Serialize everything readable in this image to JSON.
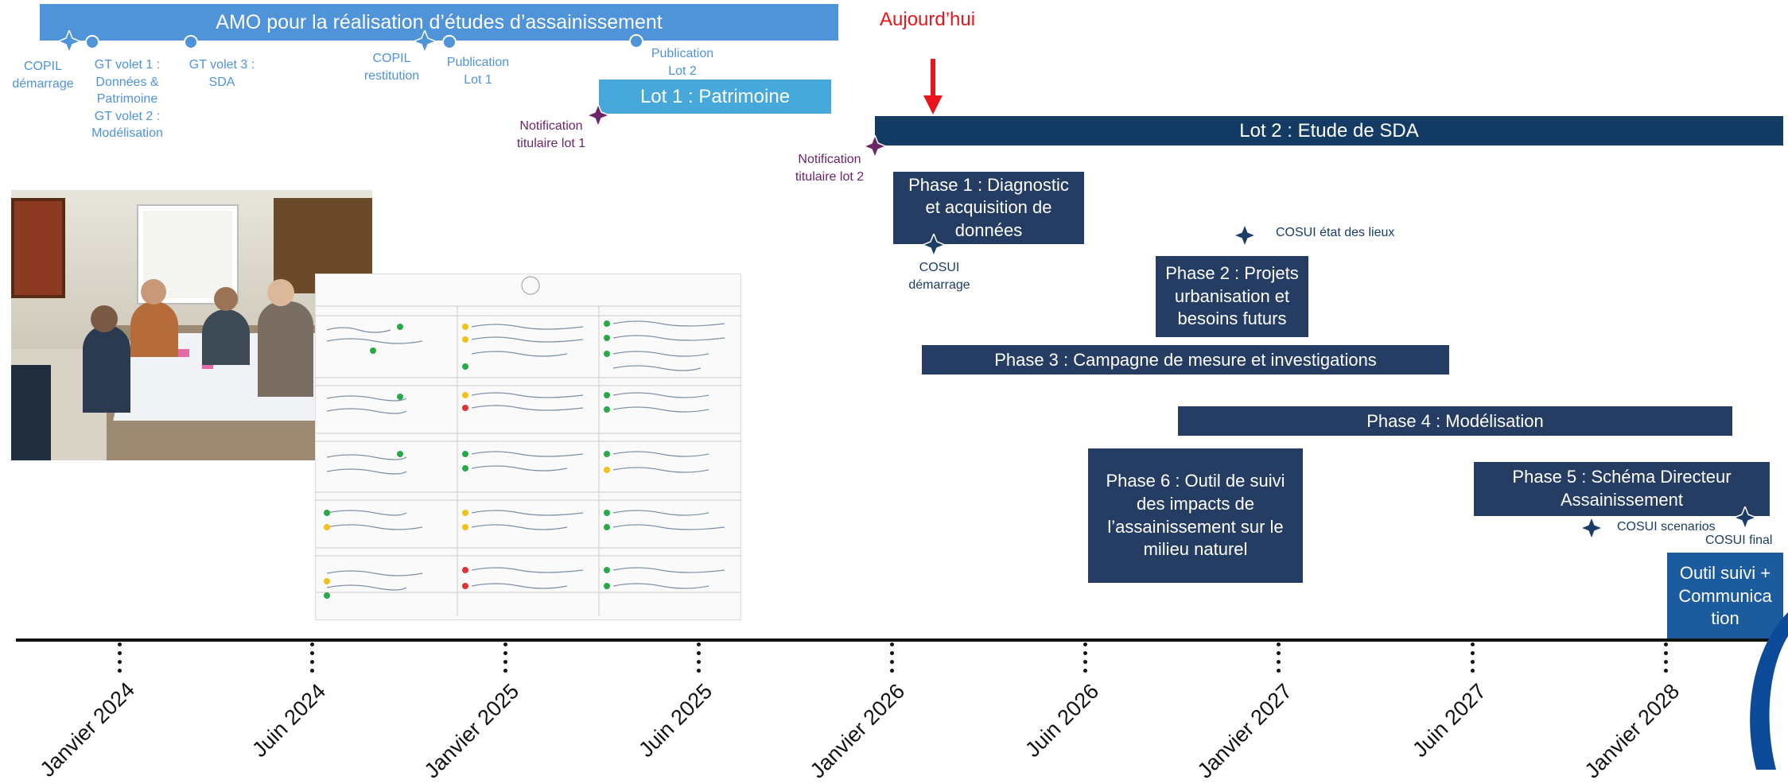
{
  "amo": {
    "title": "AMO pour la réalisation d’études d’assainissement"
  },
  "milestones_top": {
    "copil_demarrage": "COPIL\ndémarrage",
    "gt_volet1": "GT volet 1 :\nDonnées &\nPatrimoine\nGT volet 2 :\nModélisation",
    "gt_volet3": "GT volet 3 :\nSDA",
    "copil_restitution": "COPIL\nrestitution",
    "publication_lot1": "Publication\nLot 1",
    "publication_lot2": "Publication\nLot 2"
  },
  "today": {
    "label": "Aujourd’hui"
  },
  "lot1": {
    "label": "Lot 1 : Patrimoine",
    "notification": "Notification\ntitulaire lot 1"
  },
  "lot2": {
    "label": "Lot 2 : Etude de SDA",
    "notification": "Notification\ntitulaire lot 2"
  },
  "phases": {
    "phase1": "Phase 1 : Diagnostic et acquisition de données",
    "phase2": "Phase 2 : Projets urbanisation et besoins futurs",
    "phase3": "Phase 3 : Campagne de mesure et investigations",
    "phase4": "Phase 4 : Modélisation",
    "phase5": "Phase 5 : Schéma Directeur Assainissement",
    "phase6": "Phase 6 : Outil de suivi des impacts de l’assainissement sur le milieu   naturel",
    "outil": "Outil suivi + Communica tion"
  },
  "cosui": {
    "demarrage": "COSUI\ndémarrage",
    "etat_lieux": "COSUI état des lieux",
    "scenarios": "COSUI scenarios",
    "final": "COSUI final"
  },
  "timeline": [
    "Janvier 2024",
    "Juin 2024",
    "Janvier 2025",
    "Juin 2025",
    "Janvier 2026",
    "Juin 2026",
    "Janvier 2027",
    "Juin 2027",
    "Janvier 2028"
  ],
  "colors": {
    "amo": "#4f93d8",
    "lot1": "#47a8dc",
    "navy": "#253d62",
    "purple": "#6b2569",
    "red": "#e8161b",
    "light_blue": "#4f93d8"
  }
}
